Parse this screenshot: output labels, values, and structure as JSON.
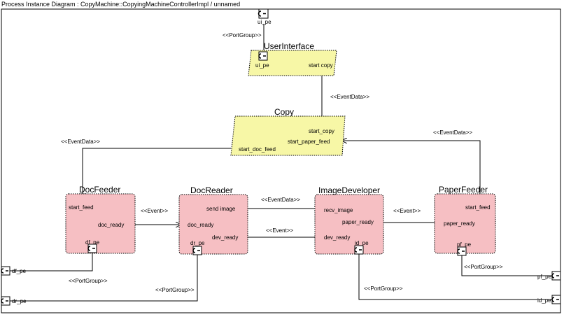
{
  "title": "Process Instance Diagram : CopyMachine::CopyingMachineControllerImpl / unnamed",
  "stereotypes": {
    "port_group": "<<PortGroup>>",
    "event_data": "<<EventData>>",
    "event": "<<Event>>"
  },
  "colors": {
    "yellow_fill": "#f7f7a6",
    "pink_fill": "#f6bfc3",
    "border": "#000000"
  },
  "processes": {
    "user_interface": {
      "name": "UserInterface",
      "port": "ui_pe",
      "start_copy": "start copy"
    },
    "copy": {
      "name": "Copy",
      "start_copy": "start_copy",
      "start_paper_feed": "start_paper_feed",
      "start_doc_feed": "start_doc_feed"
    },
    "doc_feeder": {
      "name": "DocFeeder",
      "start_feed": "start_feed",
      "doc_ready": "doc_ready",
      "port": "df_pe"
    },
    "doc_reader": {
      "name": "DocReader",
      "send_image": "send image",
      "doc_ready": "doc_ready",
      "dev_ready": "dev_ready",
      "port": "dr_pe"
    },
    "image_developer": {
      "name": "ImageDeveloper",
      "recv_image": "recv_image",
      "paper_ready": "paper_ready",
      "dev_ready": "dev_ready",
      "port": "id_pe"
    },
    "paper_feeder": {
      "name": "PaperFeeder",
      "start_feed": "start_feed",
      "paper_ready": "paper_ready",
      "port": "pf_pe"
    }
  },
  "external_ports": {
    "ui_pe": "ui_pe",
    "df_pe": "df_pe",
    "dr_pe": "dr_pe",
    "pf_pe": "pf_pe",
    "id_pe": "id_pe"
  }
}
